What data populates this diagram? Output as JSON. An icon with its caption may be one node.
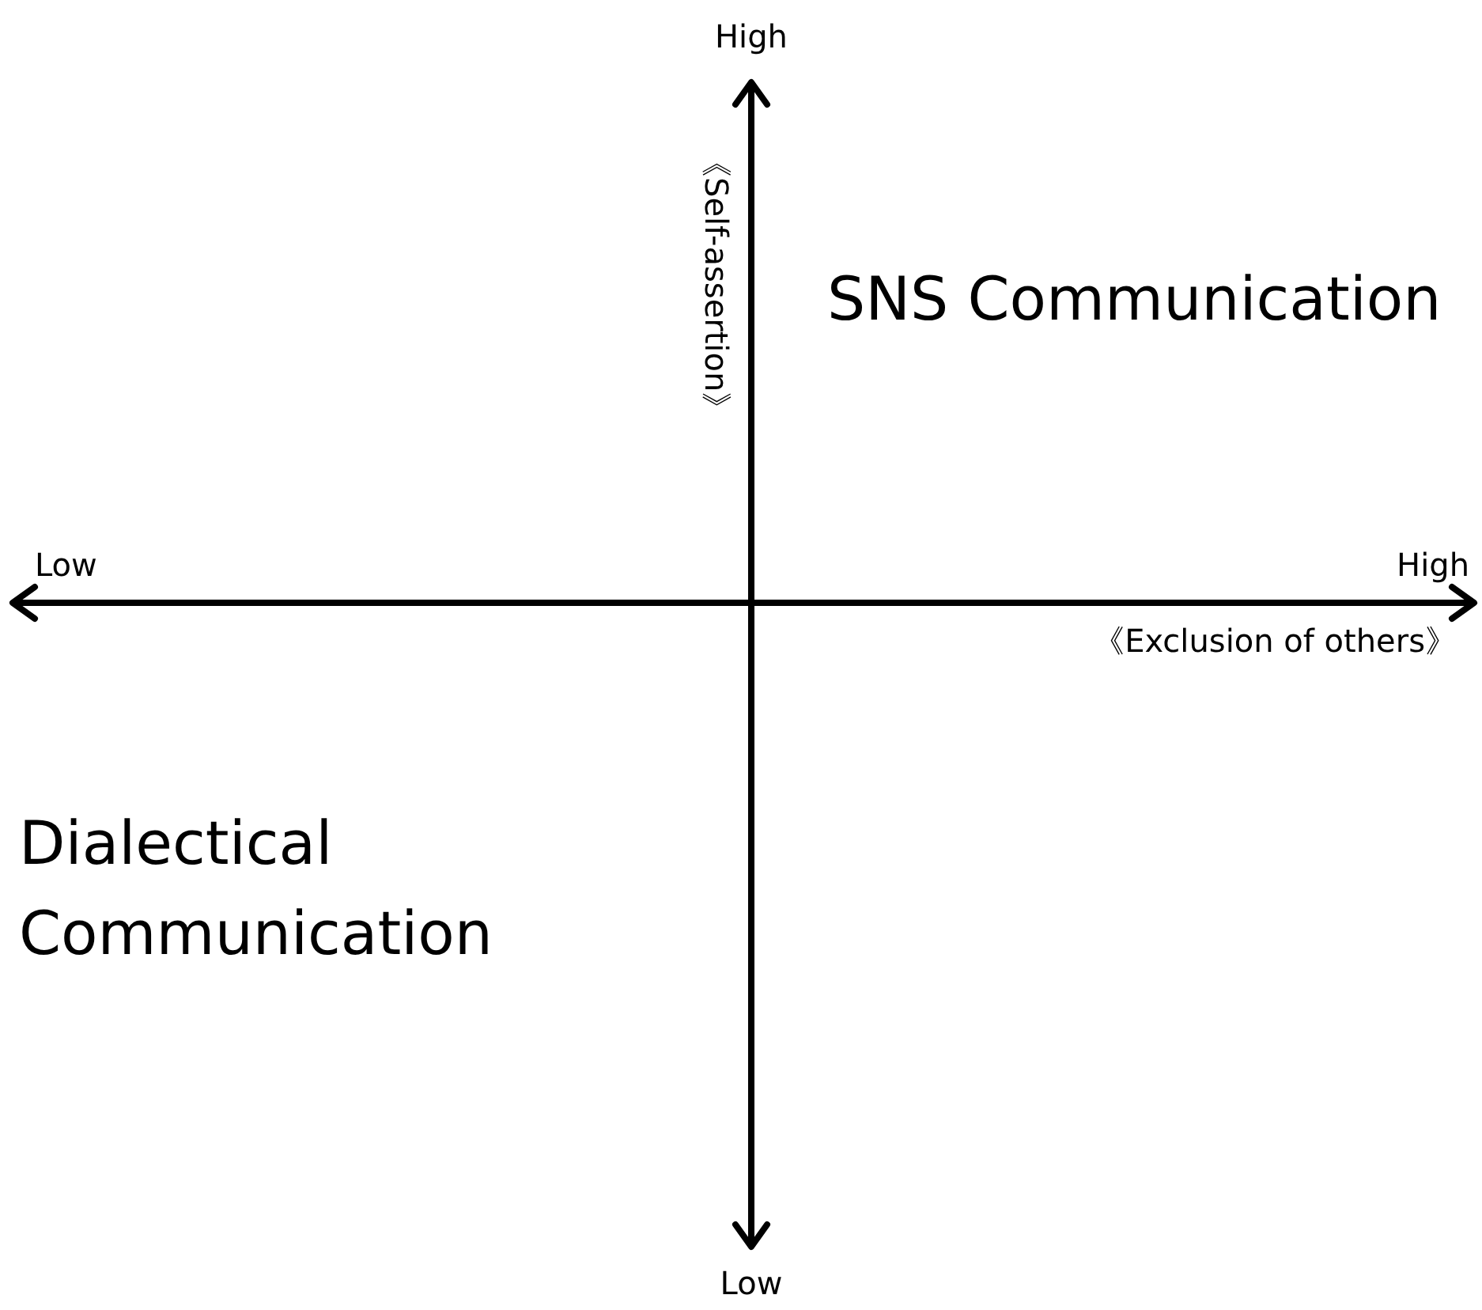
{
  "diagram": {
    "labels": [
      "High",
      "《Self-assertion》",
      "SNS Communication",
      "Low",
      "High",
      "《Exclusion of others》",
      "Dialectical Communication",
      "Low"
    ]
  }
}
